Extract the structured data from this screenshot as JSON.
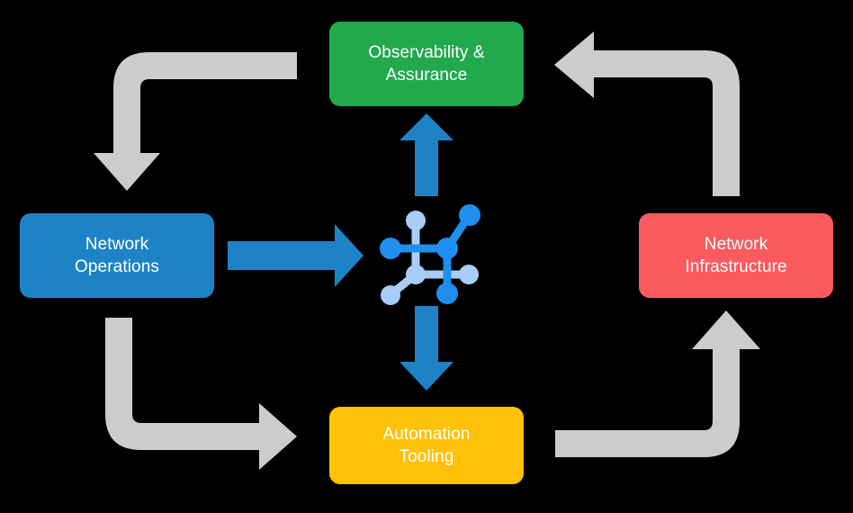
{
  "diagram": {
    "type": "cycle-diagram",
    "background_color": "#000000",
    "nodes": [
      {
        "id": "observability",
        "label": "Observability &\nAssurance",
        "color": "#22a94e",
        "position": "top-center"
      },
      {
        "id": "operations",
        "label": "Network\nOperations",
        "color": "#1d83c6",
        "position": "left"
      },
      {
        "id": "infrastructure",
        "label": "Network\nInfrastructure",
        "color": "#fb5a5e",
        "position": "right"
      },
      {
        "id": "automation",
        "label": "Automation\nTooling",
        "color": "#ffc10a",
        "position": "bottom-center"
      }
    ],
    "center_icon": {
      "name": "network-topology-icon",
      "node_color_dark": "#1f8fee",
      "node_color_light": "#a8cdf7"
    },
    "blue_arrows": [
      {
        "id": "ops-to-center",
        "direction": "right",
        "color": "#1d83c6"
      },
      {
        "id": "center-to-observability",
        "direction": "up",
        "color": "#1d83c6"
      },
      {
        "id": "center-to-automation",
        "direction": "down",
        "color": "#1d83c6"
      }
    ],
    "gray_arrows": [
      {
        "id": "observability-to-operations",
        "shape": "elbow",
        "from": "top-center",
        "to": "left",
        "head": "down",
        "color": "#cccccc"
      },
      {
        "id": "operations-to-automation",
        "shape": "elbow",
        "from": "left",
        "to": "bottom-center",
        "head": "right",
        "color": "#cccccc"
      },
      {
        "id": "automation-to-infrastructure",
        "shape": "elbow",
        "from": "bottom-center",
        "to": "right",
        "head": "up",
        "color": "#cccccc"
      },
      {
        "id": "infrastructure-to-observability",
        "shape": "elbow",
        "from": "right",
        "to": "top-center",
        "head": "left",
        "color": "#cccccc"
      }
    ]
  }
}
